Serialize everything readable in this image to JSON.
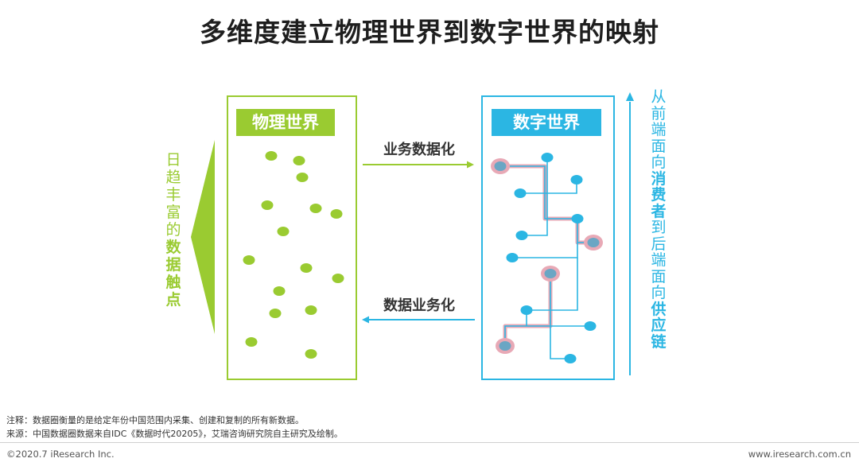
{
  "title": "多维度建立物理世界到数字世界的映射",
  "left_vertical": {
    "normal": [
      "日",
      "趋",
      "丰",
      "富",
      "的"
    ],
    "bold": [
      "数",
      "据",
      "触",
      "点"
    ]
  },
  "physical": {
    "label": "物理世界"
  },
  "digital": {
    "label": "数字世界"
  },
  "arrows": {
    "top_label": "业务数据化",
    "bottom_label": "数据业务化"
  },
  "right_vertical": {
    "part1": [
      "从",
      "前",
      "端",
      "面",
      "向"
    ],
    "part2_bold": [
      "消",
      "费",
      "者"
    ],
    "part3": [
      "到",
      "后",
      "端",
      "面",
      "向"
    ],
    "part4_bold": [
      "供",
      "应",
      "链"
    ]
  },
  "footer": {
    "note": "注释：数据圈衡量的是给定年份中国范围内采集、创建和复制的所有新数据。",
    "source": "来源：中国数据圈数据来自IDC《数据时代20205》，艾瑞咨询研究院自主研究及绘制。",
    "copyright": "©2020.7 iResearch Inc.",
    "website": "www.iresearch.com.cn"
  },
  "colors": {
    "green": "#9acb31",
    "blue": "#2bb6e3",
    "pink_highlight": "#e8a9b6"
  }
}
